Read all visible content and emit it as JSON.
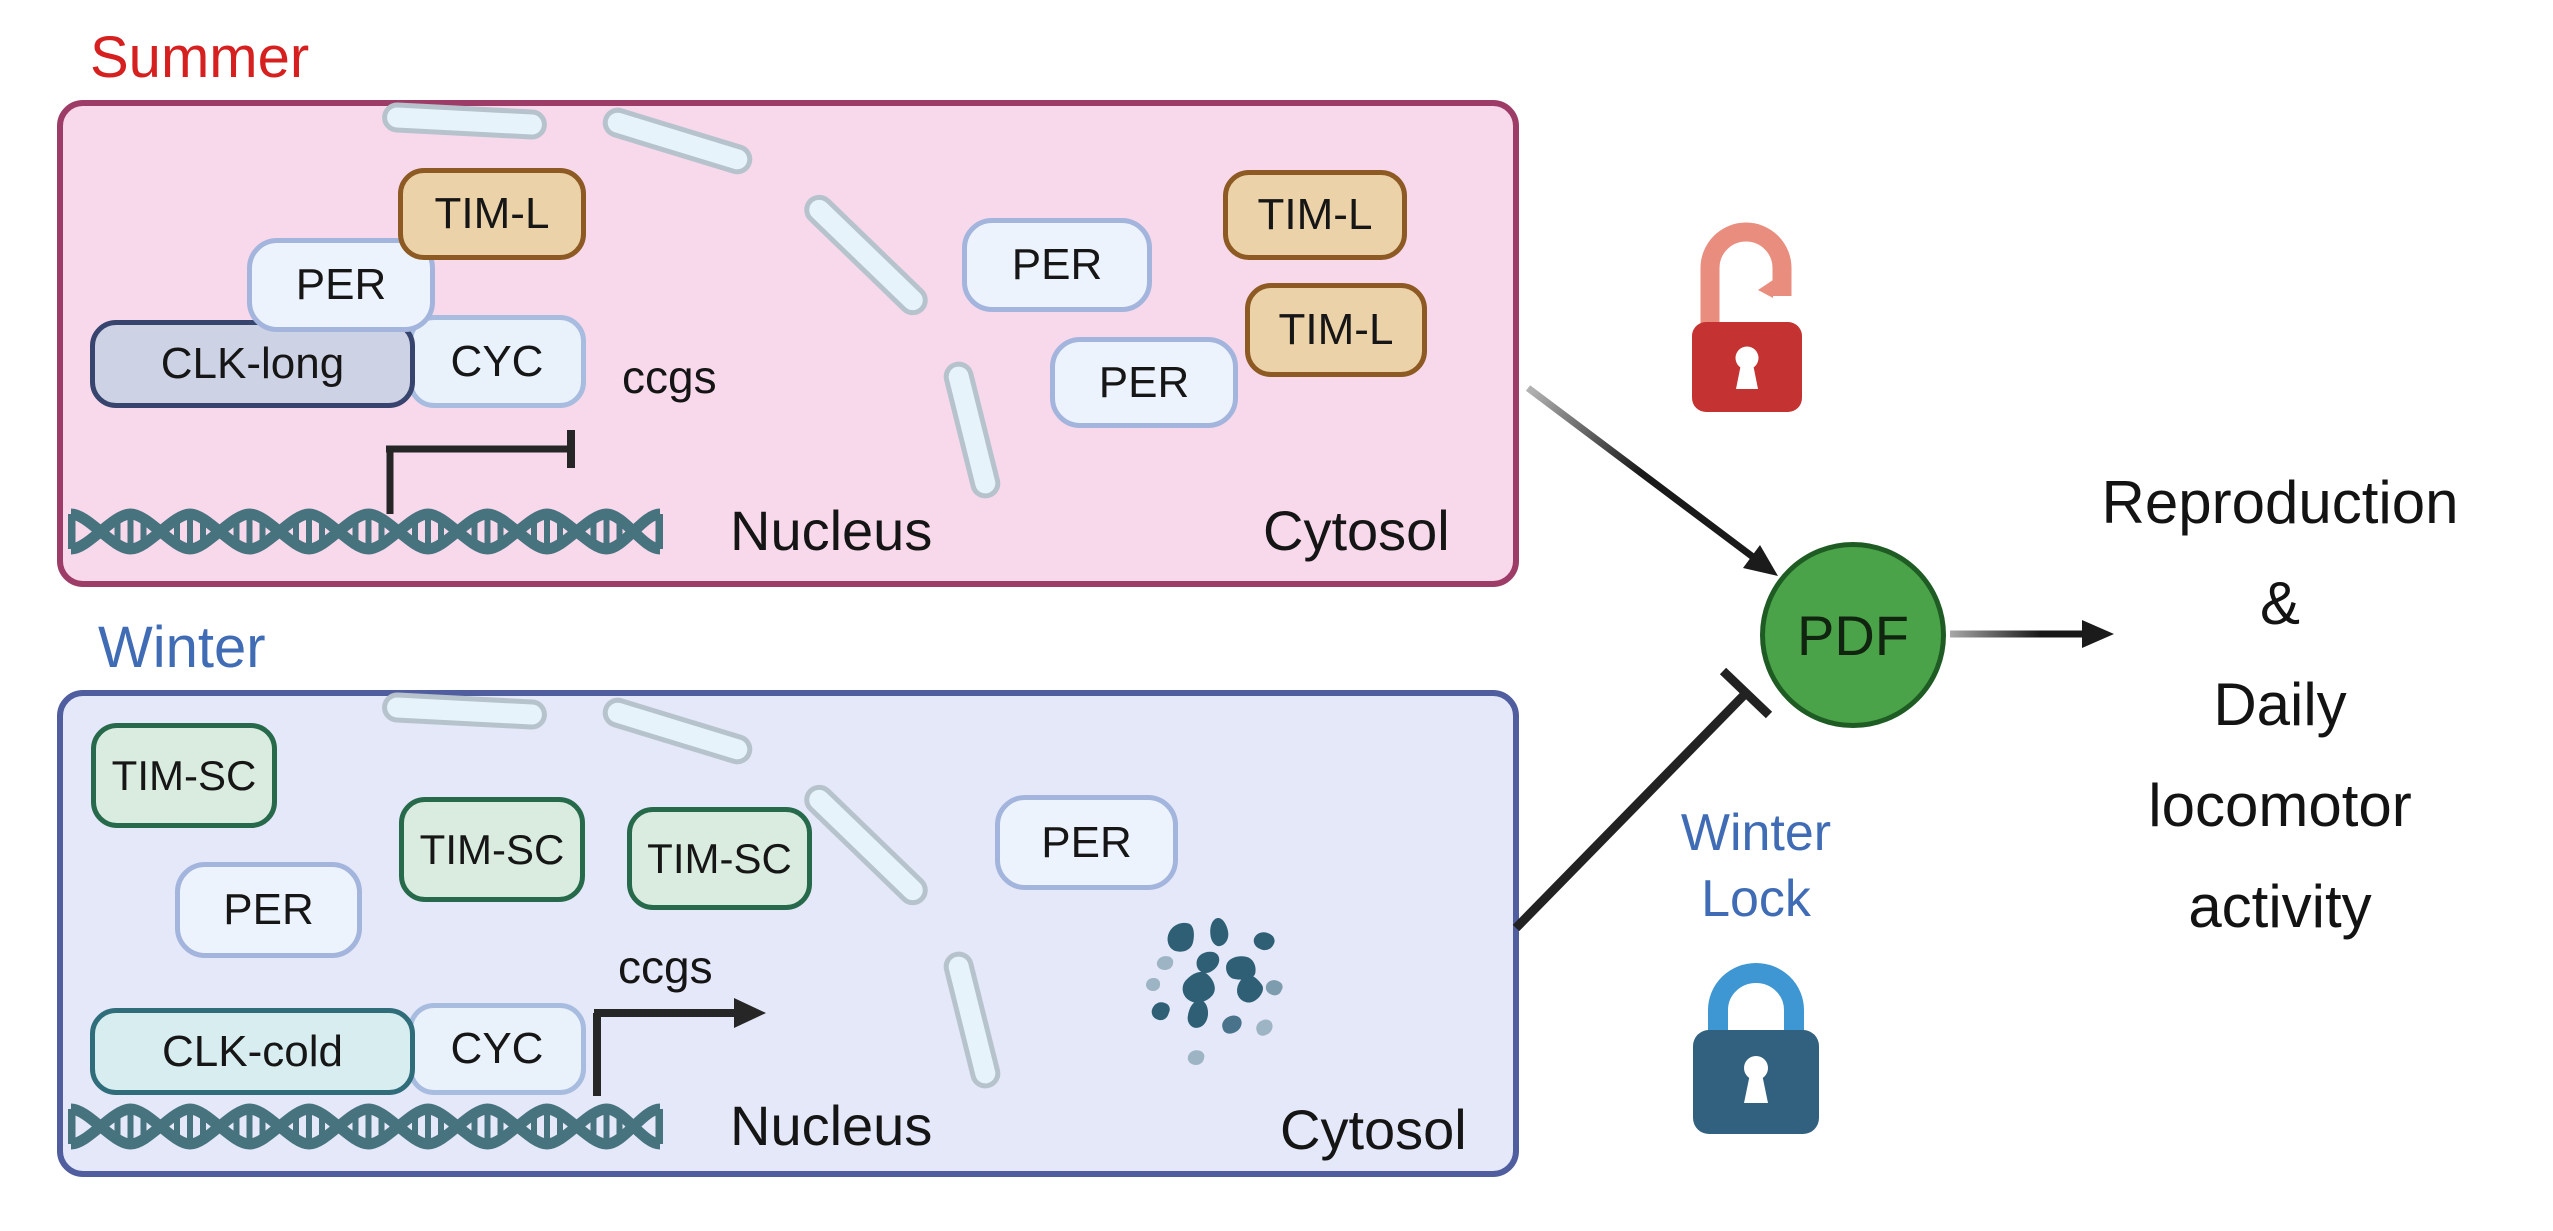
{
  "figure": {
    "summer": {
      "title": "Summer",
      "nucleus_label": "Nucleus",
      "cytosol_label": "Cytosol",
      "ccgs_label": "ccgs",
      "chips": {
        "tim_l": "TIM-L",
        "per": "PER",
        "clk_long": "CLK-long",
        "cyc": "CYC"
      }
    },
    "winter": {
      "title": "Winter",
      "nucleus_label": "Nucleus",
      "cytosol_label": "Cytosol",
      "ccgs_label": "ccgs",
      "chips": {
        "tim_sc": "TIM-SC",
        "per": "PER",
        "clk_cold": "CLK-cold",
        "cyc": "CYC"
      }
    },
    "output": {
      "pdf_label": "PDF",
      "winter_lock_lines": [
        "Winter",
        "Lock"
      ],
      "result_lines": [
        "Reproduction",
        "&",
        "Daily",
        "locomotor",
        "activity"
      ]
    },
    "colors": {
      "summer_title": "#d6201f",
      "summer_box_fill": "#f8d9ec",
      "summer_box_border": "#9d3c67",
      "winter_title": "#3f6cb5",
      "winter_box_fill": "#e4e8f8",
      "winter_box_border": "#505e9f",
      "tim_l_fill": "#ecd2a9",
      "tim_l_border": "#8c5a22",
      "tim_sc_fill": "#d9ecdf",
      "tim_sc_border": "#276a4b",
      "per_fill": "#edf3fc",
      "per_border": "#a3b5dc",
      "clk_long_fill": "#cdd2e4",
      "clk_long_border": "#36446e",
      "clk_cold_fill": "#d8edf0",
      "clk_cold_border": "#2f6d7a",
      "cyc_fill": "#e9f1fb",
      "cyc_border": "#a8bcdf",
      "dna": "#47737f",
      "pdf_fill": "#4aa348",
      "pdf_border": "#1e5c24",
      "open_lock_body": "#c43331",
      "open_lock_shackle": "#e98e7e",
      "closed_lock_body": "#31617e",
      "closed_lock_shackle": "#3e97d2"
    }
  }
}
